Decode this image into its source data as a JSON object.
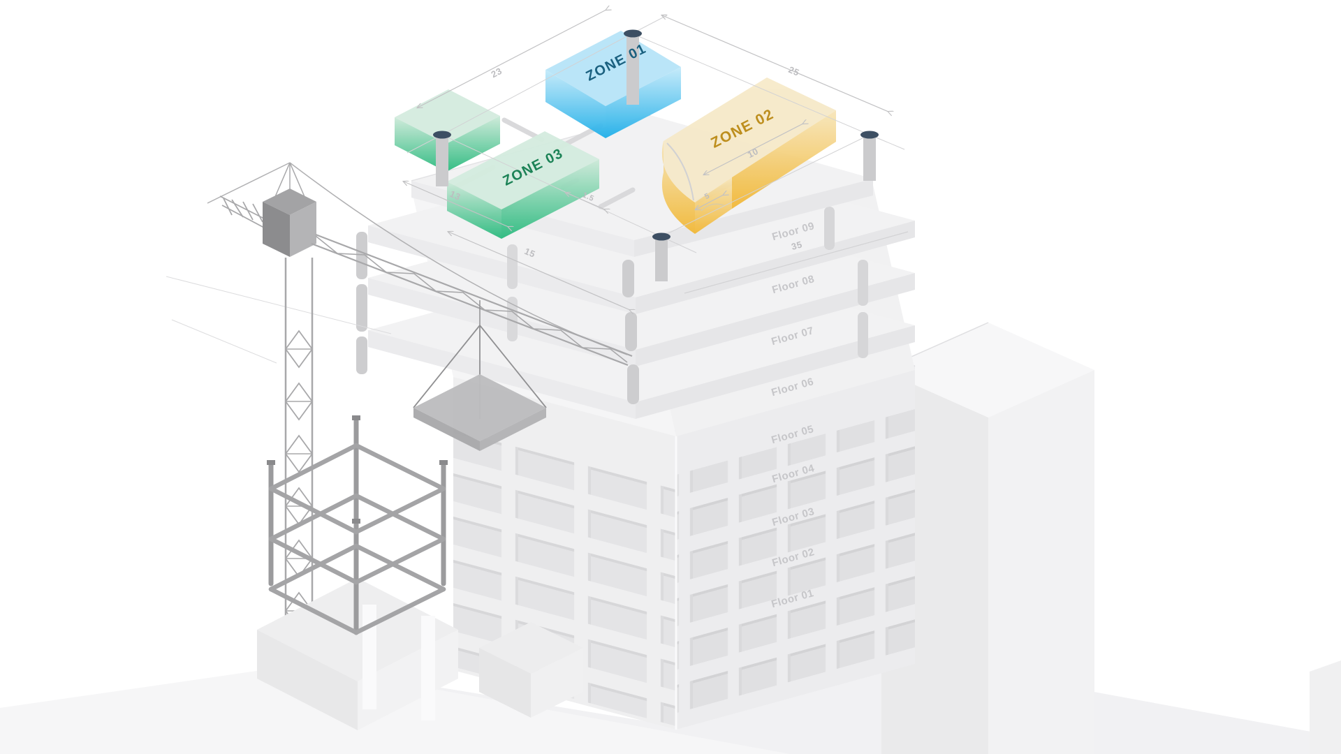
{
  "illustration": {
    "name": "Isometric construction site with zoned roof plan"
  },
  "zones": [
    {
      "id": "zone-01",
      "label": "ZONE 01",
      "label_color": "#1a607f",
      "top_color": "#b7e4f8",
      "face_light": "#c4eafa",
      "face_dark": "#1fafe9"
    },
    {
      "id": "zone-02",
      "label": "ZONE 02",
      "label_color": "#bd8e1d",
      "top_color": "#f6e9c8",
      "face_light": "#f7e5b8",
      "face_dark": "#f2b733"
    },
    {
      "id": "zone-03",
      "label": "ZONE 03",
      "label_color": "#1b8256",
      "top_color": "#d4ecdf",
      "face_light": "#cdead9",
      "face_dark": "#2aba7e"
    }
  ],
  "floors": [
    {
      "label": "Floor 09"
    },
    {
      "label": "Floor 08"
    },
    {
      "label": "Floor 07"
    },
    {
      "label": "Floor 06"
    },
    {
      "label": "Floor 05"
    },
    {
      "label": "Floor 04"
    },
    {
      "label": "Floor 03"
    },
    {
      "label": "Floor 02"
    },
    {
      "label": "Floor 01"
    }
  ],
  "dimensions": {
    "roof_top_left": "23",
    "roof_top_right": "25",
    "slab_left_upper": "13",
    "slab_left_lower": "15",
    "zone3_clearance": "1.5",
    "zone2_width": "10",
    "zone2_door": "5",
    "right_face_height": "35"
  },
  "palette": {
    "column_cap": "#3d4f63",
    "floor_label": "#c6c6c9",
    "dimension_label": "#bdbdc0",
    "crane": "#a8a8aa"
  }
}
